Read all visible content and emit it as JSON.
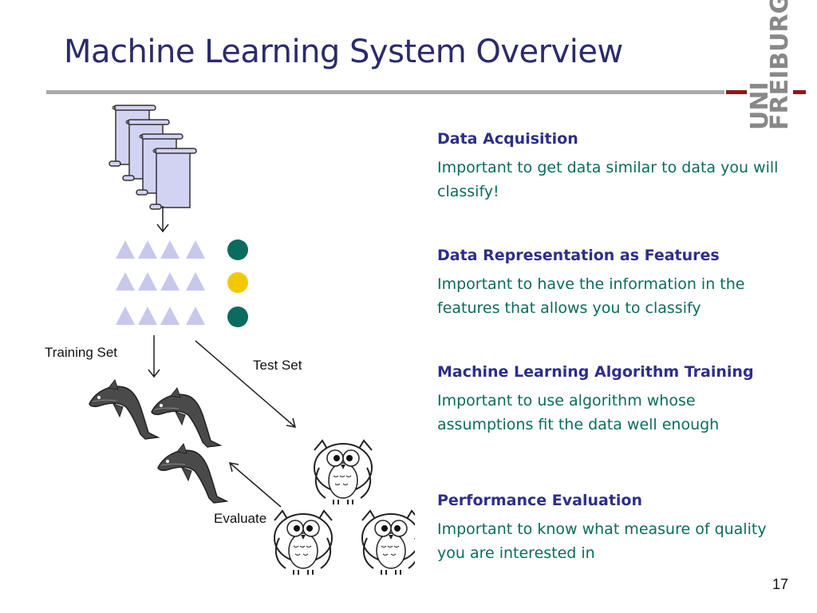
{
  "slide": {
    "title": "Machine Learning System Overview",
    "page_number": "17"
  },
  "logo": {
    "line1": "UNI",
    "line2": "FREIBURG"
  },
  "diagram": {
    "training_label": "Training Set",
    "test_label": "Test Set",
    "evaluate_label": "Evaluate",
    "feature_row_colors": [
      "#0b6b5e",
      "#f2c900",
      "#0b6b5e"
    ]
  },
  "sections": [
    {
      "heading": "Data Acquisition",
      "body": "Important to get data similar to data you will classify!"
    },
    {
      "heading": "Data Representation as Features",
      "body": "Important to have the information in the features that allows you to classify"
    },
    {
      "heading": "Machine Learning Algorithm Training",
      "body": "Important to use algorithm whose assumptions fit the data well enough"
    },
    {
      "heading": "Performance Evaluation",
      "body": "Important to know what measure of quality you are interested in"
    }
  ],
  "colors": {
    "title": "#2b2b6b",
    "heading": "#2e2e8a",
    "body": "#0b6b5e",
    "scroll_fill": "#d2d2f2",
    "triangle": "#c8c8ec",
    "logo_accent": "#8b1a1a"
  }
}
